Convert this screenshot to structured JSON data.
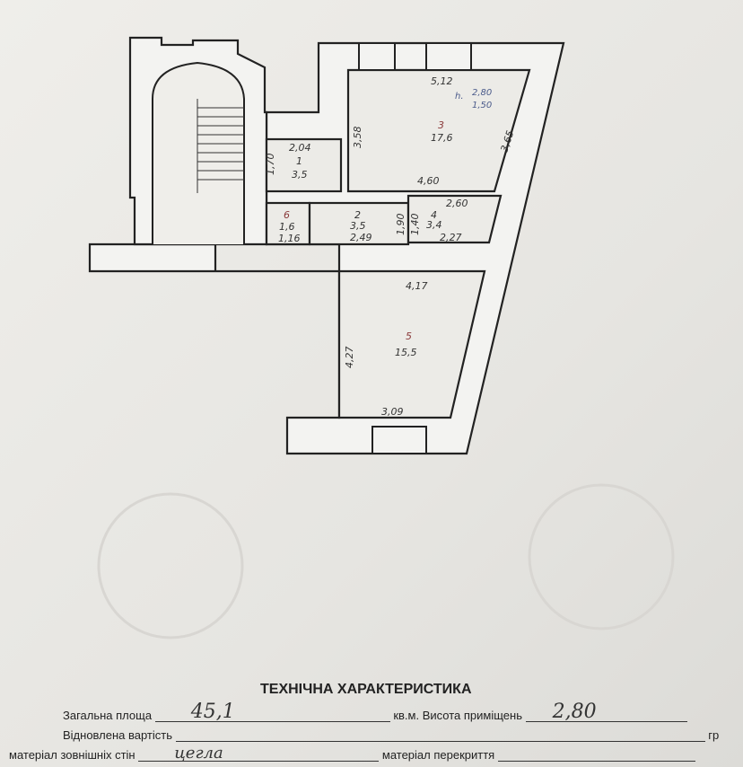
{
  "plan": {
    "rooms": [
      {
        "num": "1",
        "area": "3,5",
        "dims": [
          "2,04",
          "1,70"
        ]
      },
      {
        "num": "2",
        "area": "3,5",
        "dims": [
          "2,49",
          "1,90"
        ]
      },
      {
        "num": "3",
        "area": "17,6",
        "dims": [
          "5,12",
          "3,58",
          "4,60",
          "3,65"
        ]
      },
      {
        "num": "4",
        "area": "3,4",
        "dims": [
          "2,60",
          "2,27",
          "1,40"
        ]
      },
      {
        "num": "5",
        "area": "15,5",
        "dims": [
          "4,17",
          "4,27",
          "3,09"
        ]
      },
      {
        "num": "6",
        "area": "1,6",
        "dims": [
          "1,16"
        ]
      }
    ],
    "height_note": {
      "prefix": "h.",
      "top": "2,80",
      "bottom": "1,50"
    }
  },
  "tech": {
    "title": "ТЕХНІЧНА ХАРАКТЕРИСТИКА",
    "total_area_label": "Загальна площа",
    "total_area_value": "45,1",
    "area_unit": "кв.м.",
    "height_label": "Висота приміщень",
    "height_value": "2,80",
    "restored_value_label": "Відновлена вартість",
    "currency": "гр",
    "wall_material_label": "матеріал зовнішніх стін",
    "wall_material_value": "цегла",
    "ceiling_material_label": "матеріал перекриття"
  }
}
